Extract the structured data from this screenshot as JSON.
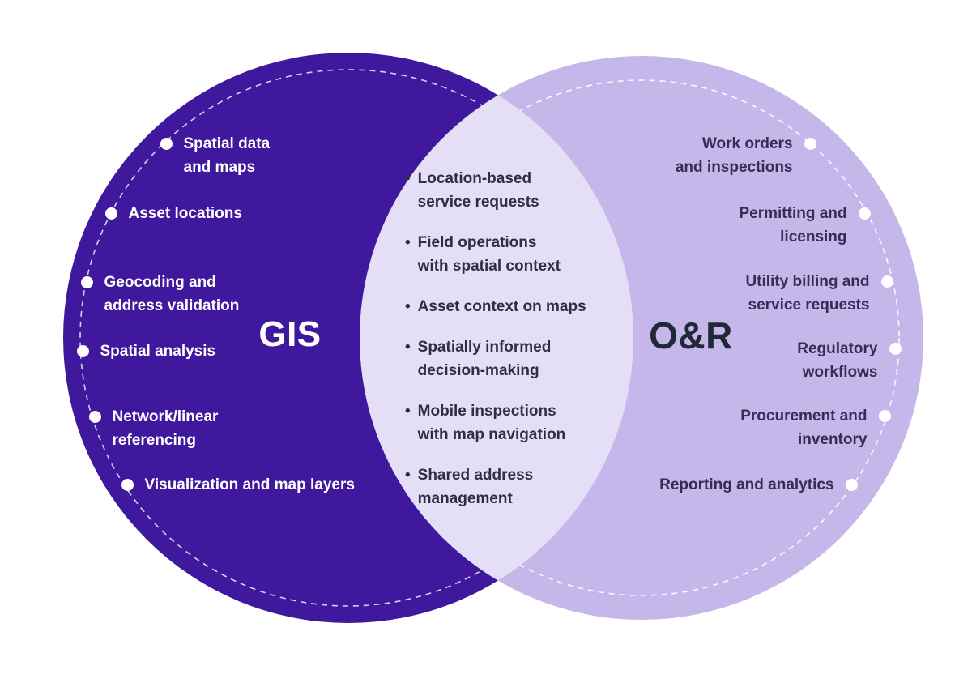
{
  "left_circle": {
    "label": "GIS",
    "items": [
      {
        "text": "Spatial data\nand maps"
      },
      {
        "text": "Asset locations"
      },
      {
        "text": "Geocoding and\naddress validation"
      },
      {
        "text": "Spatial analysis"
      },
      {
        "text": "Network/linear\nreferencing"
      },
      {
        "text": "Visualization and map layers"
      }
    ]
  },
  "overlap": {
    "bullet": "•",
    "items": [
      {
        "text": "Location-based\nservice requests"
      },
      {
        "text": "Field operations\nwith spatial context"
      },
      {
        "text": "Asset context on maps"
      },
      {
        "text": "Spatially informed\ndecision-making"
      },
      {
        "text": "Mobile inspections\nwith map navigation"
      },
      {
        "text": "Shared address\nmanagement"
      }
    ]
  },
  "right_circle": {
    "label": "O&R",
    "items": [
      {
        "text": "Work orders\nand inspections"
      },
      {
        "text": "Permitting and\nlicensing"
      },
      {
        "text": "Utility billing and\nservice requests"
      },
      {
        "text": "Regulatory\nworkflows"
      },
      {
        "text": "Procurement and\ninventory"
      },
      {
        "text": "Reporting and analytics"
      }
    ]
  },
  "colors": {
    "left_circle_fill": "#40189d",
    "right_circle_fill": "#c6b7ea",
    "overlap_fill": "#e4dff6",
    "dashed_ring": "#ffffff",
    "dot": "#ffffff",
    "left_text": "#ffffff",
    "right_text": "#322e54",
    "overlap_text": "#2b3140",
    "left_label_color": "#ffffff",
    "right_label_color": "#212936"
  }
}
